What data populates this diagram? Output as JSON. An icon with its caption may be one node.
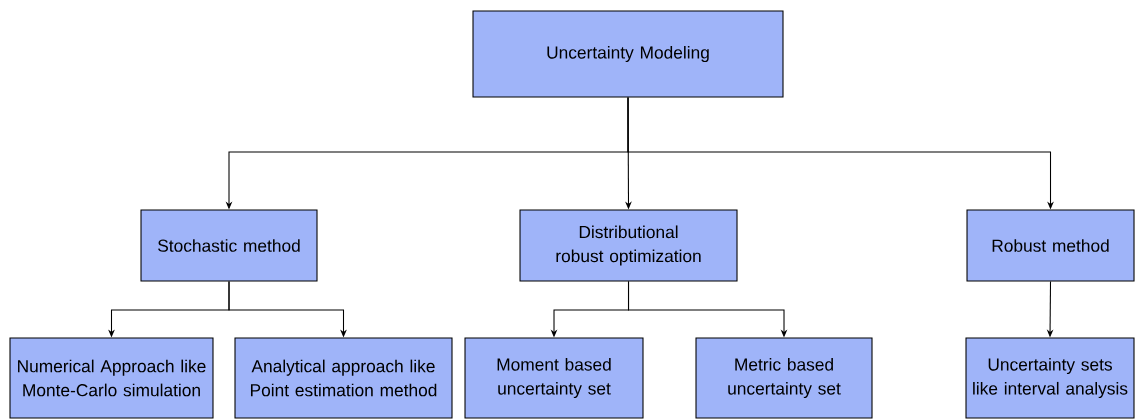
{
  "diagram": {
    "nodes": [
      {
        "text": [
          "Uncertainty Modeling"
        ]
      },
      {
        "text": [
          "Stochastic method"
        ]
      },
      {
        "text": [
          "Distributional robust optimization"
        ]
      },
      {
        "text": [
          "Robust method"
        ]
      },
      {
        "text": [
          "Numerical Approach like Monte-Carlo simulation"
        ]
      },
      {
        "text": [
          "Analytical approach like Point estimation method"
        ]
      },
      {
        "text": [
          "Moment based uncertainty set"
        ]
      },
      {
        "text": [
          "Metric based uncertainty set"
        ]
      },
      {
        "text": [
          "Uncertainty sets like interval analysis"
        ]
      }
    ],
    "edges": [
      {
        "from": 0,
        "to": 1,
        "arrow": "to"
      },
      {
        "from": 0,
        "to": 2,
        "arrow": "to"
      },
      {
        "from": 0,
        "to": 3,
        "arrow": "to"
      },
      {
        "from": 1,
        "to": 4,
        "arrow": "to"
      },
      {
        "from": 1,
        "to": 5,
        "arrow": "to"
      },
      {
        "from": 2,
        "to": 6,
        "arrow": "to"
      },
      {
        "from": 2,
        "to": 7,
        "arrow": "to"
      },
      {
        "from": 3,
        "to": 8,
        "arrow": "to"
      }
    ]
  }
}
